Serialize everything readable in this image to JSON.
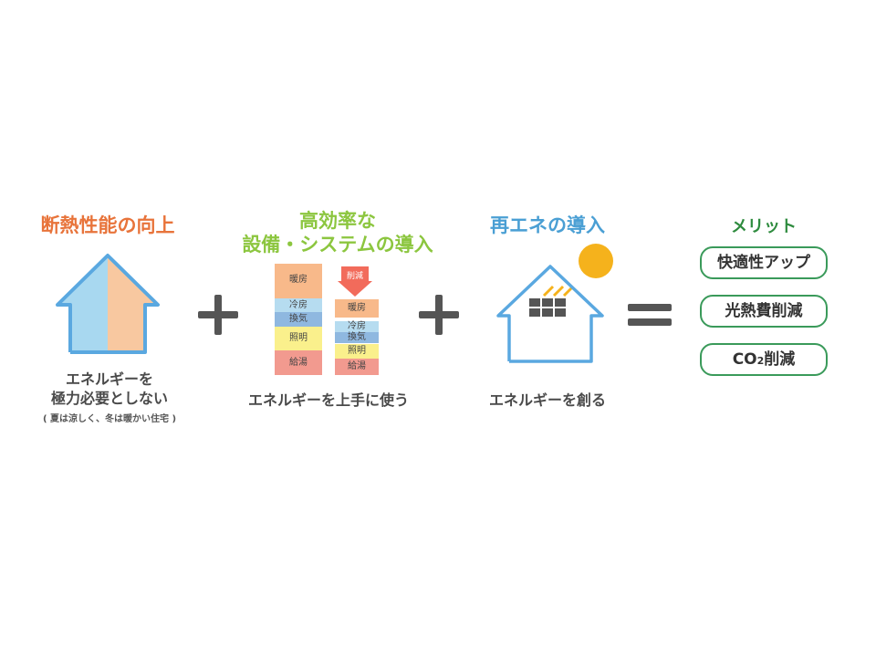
{
  "sections": {
    "insulation": {
      "title": "断熱性能の向上",
      "caption_line1": "エネルギーを",
      "caption_line2": "極力必要としない",
      "note": "( 夏は涼しく、冬は暖かい住宅 )"
    },
    "equipment": {
      "title_line1": "高効率な",
      "title_line2": "設備・システムの導入",
      "caption": "エネルギーを上手に使う",
      "reduction_label": "削減",
      "before_blocks": [
        "暖房",
        "冷房",
        "換気",
        "照明",
        "給湯"
      ],
      "after_blocks": [
        "暖房",
        "冷房",
        "換気",
        "照明",
        "給湯"
      ]
    },
    "renewable": {
      "title": "再エネの導入",
      "caption": "エネルギーを創る"
    },
    "merits": {
      "title": "メリット",
      "items": [
        "快適性アップ",
        "光熱費削減",
        "CO",
        "削減"
      ],
      "co2_sub": "2"
    }
  },
  "colors": {
    "insulation_title": "#e8743b",
    "equipment_title": "#8cc63f",
    "renewable_title": "#4a9fd4",
    "merit_title": "#2e8b3e",
    "house_outline": "#5aa8e0",
    "house_left_fill": "#a8d8f0",
    "house_right_fill": "#f8c8a0",
    "operator": "#555555",
    "sun": "#f5b21c",
    "reduce_arrow": "#f26b5b"
  },
  "icons": [
    "plus-icon",
    "equals-icon",
    "house-icon",
    "sun-icon",
    "solar-panel-icon",
    "down-arrow-icon"
  ]
}
